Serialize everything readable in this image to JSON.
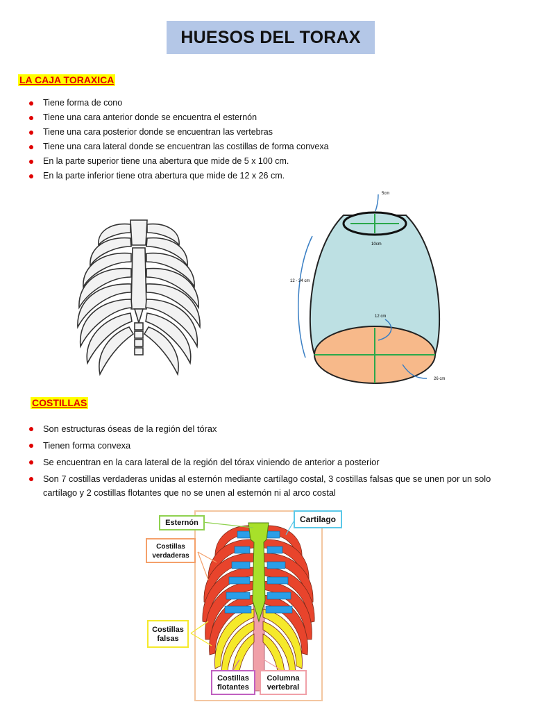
{
  "title": "HUESOS DEL TORAX",
  "section1": {
    "heading": "LA CAJA TORAXICA",
    "bullets": [
      "Tiene forma de cono",
      "Tiene una cara anterior donde se encuentra el esternón",
      "Tiene una cara posterior donde se encuentran las vertebras",
      "Tiene una cara lateral donde se encuentran las costillas de forma convexa",
      "En la parte superior tiene una abertura que mide de 5 x 100 cm.",
      "En la parte inferior tiene otra abertura que mide de 12 x 26 cm."
    ]
  },
  "cone_diagram": {
    "top_depth": "5cm",
    "top_width": "10cm",
    "height": "12 - 34 cm",
    "bottom_depth": "12 cm",
    "bottom_width": "26 cm"
  },
  "section2": {
    "heading": "COSTILLAS",
    "bullets": [
      "Son estructuras óseas de la región del tórax",
      "Tienen forma convexa",
      "Se encuentran en la cara lateral de la región del tórax viniendo de anterior a posterior",
      "Son 7 costillas verdaderas unidas al esternón mediante cartílago costal, 3 costillas falsas que se unen por un solo cartílago y 2 costillas flotantes que no se unen al esternón ni al arco costal"
    ]
  },
  "ribs_diagram": {
    "sternum": "Esternón",
    "cartilage": "Cartilago",
    "true_ribs": "Costillas verdaderas",
    "false_ribs": "Costillas falsas",
    "floating_ribs": "Costillas flotantes",
    "spine": "Columna vertebral"
  },
  "colors": {
    "title_bg": "#b4c7e7",
    "heading_text": "#e00000",
    "heading_bg": "#ffff00",
    "bullet": "#e00000",
    "rib_true": "#e8442c",
    "rib_false": "#f5e92a",
    "cartilage": "#2a9ee8",
    "sternum": "#a8e02a",
    "spine": "#f0a0a8",
    "cone_body": "#bde0e3",
    "cone_base": "#f7b98a"
  }
}
